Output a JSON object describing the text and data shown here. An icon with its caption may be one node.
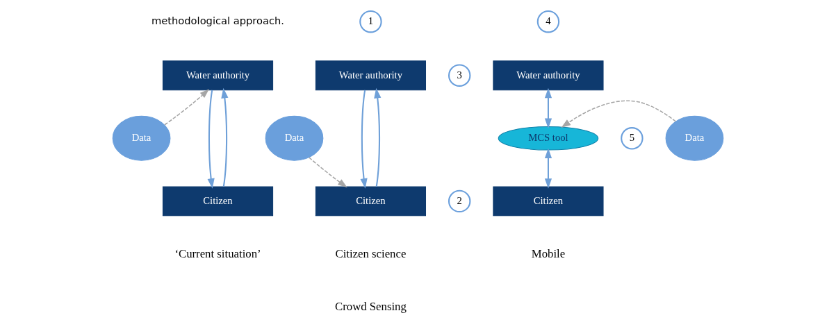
{
  "diagram": {
    "nodes": [
      {
        "text": [
          "Water authority"
        ]
      },
      {
        "text": [
          "Data"
        ]
      },
      {
        "text": [
          "Citizen"
        ]
      },
      {
        "text": [
          "1"
        ]
      },
      {
        "text": [
          "Water authority"
        ]
      },
      {
        "text": [
          "3"
        ]
      },
      {
        "text": [
          "Data"
        ]
      },
      {
        "text": [
          "Citizen"
        ]
      },
      {
        "text": [
          "2"
        ]
      },
      {
        "text": [
          "4"
        ]
      },
      {
        "text": [
          "Water authority"
        ]
      },
      {
        "text": [
          "Data"
        ]
      },
      {
        "text": [
          "MCS tool"
        ]
      },
      {
        "text": [
          "5"
        ]
      },
      {
        "text": [
          "Citizen"
        ]
      }
    ],
    "edges": [
      {
        "from": 1,
        "to": 0,
        "arrow": "to",
        "style": "dashed",
        "color": "#a6a6a6"
      },
      {
        "from": 0,
        "to": 2,
        "arrow": "to"
      },
      {
        "from": 2,
        "to": 0,
        "arrow": "to"
      },
      {
        "from": 6,
        "to": 7,
        "arrow": "to",
        "style": "dashed",
        "color": "#a6a6a6"
      },
      {
        "from": 4,
        "to": 7,
        "arrow": "to"
      },
      {
        "from": 7,
        "to": 4,
        "arrow": "to"
      },
      {
        "from": 11,
        "to": 12,
        "arrow": "to",
        "style": "dashed",
        "color": "#a6a6a6"
      },
      {
        "from": 10,
        "to": 12,
        "arrow": "both"
      },
      {
        "from": 12,
        "to": 14,
        "arrow": "both"
      }
    ],
    "labels": [
      "methodological approach.",
      "‘Current situation’",
      "Citizen science",
      "Mobile",
      "Crowd Sensing"
    ]
  }
}
